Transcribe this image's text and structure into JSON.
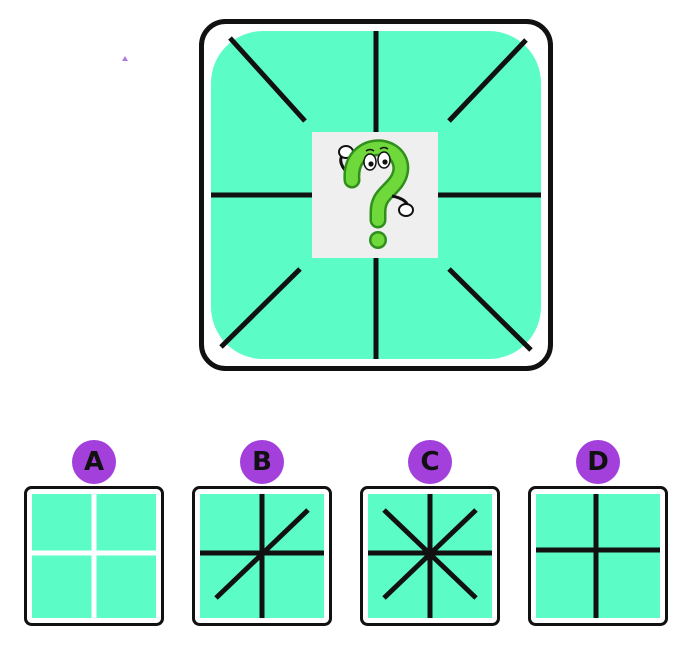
{
  "puzzle": {
    "accent_color": "#5cfcc6",
    "line_color": "#111111",
    "question_icon": "question-mark-character-icon"
  },
  "options": [
    {
      "letter": "A",
      "pattern": "white-cross"
    },
    {
      "letter": "B",
      "pattern": "cross-with-one-diagonal"
    },
    {
      "letter": "C",
      "pattern": "eight-spoke-star"
    },
    {
      "letter": "D",
      "pattern": "black-cross"
    }
  ],
  "colors": {
    "tile": "#5cfcc6",
    "badge": "#a340dc",
    "border": "#111111"
  }
}
